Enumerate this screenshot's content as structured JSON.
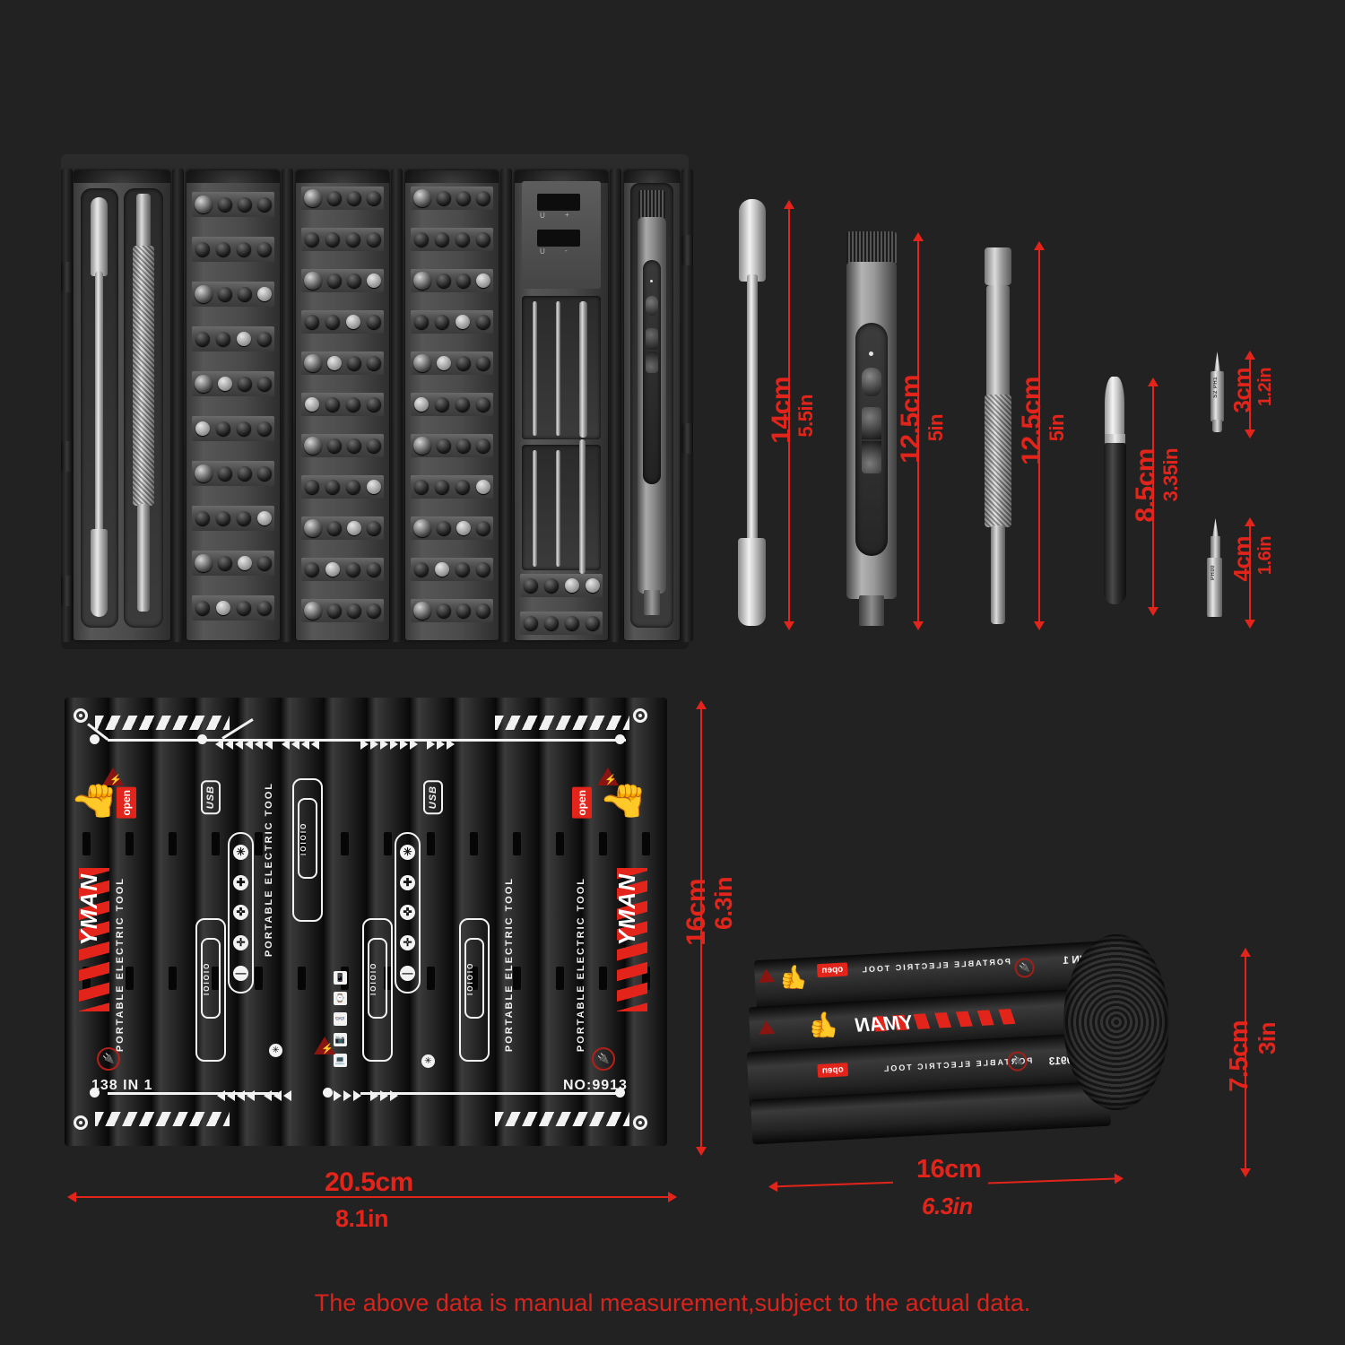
{
  "theme": {
    "background": "#222222",
    "accent_red": "#e3241b",
    "metal_light": "#e9e9e9",
    "metal_dark": "#4a4a4a"
  },
  "caption": {
    "text": "The above data is manual measurement,subject to the actual data."
  },
  "open_case": {
    "panel_count": 6,
    "panels": [
      {
        "name": "tool-slot-panel",
        "contents": [
          "spudger",
          "knurled-rod"
        ]
      },
      {
        "name": "bit-tray-panel-1",
        "rows": 10
      },
      {
        "name": "bit-tray-panel-2",
        "rows": 11
      },
      {
        "name": "bit-tray-panel-3",
        "rows": 11
      },
      {
        "name": "accessory-panel",
        "contents": [
          "usb-plate",
          "probes",
          "extension-bits"
        ]
      },
      {
        "name": "driver-panel",
        "contents": [
          "electric-driver"
        ]
      }
    ],
    "usb_plate_labels": [
      "U",
      "+",
      "U",
      "-"
    ]
  },
  "tools": [
    {
      "id": "spudger",
      "name": "double-ended-spudger",
      "cm": "14cm",
      "inch": "5.5in"
    },
    {
      "id": "electric-driver",
      "name": "electric-screwdriver-handle",
      "cm": "12.5cm",
      "inch": "5in"
    },
    {
      "id": "extension-rod",
      "name": "knurled-extension-rod",
      "cm": "12.5cm",
      "inch": "5in"
    },
    {
      "id": "tweezer",
      "name": "precision-tweezer",
      "cm": "8.5cm",
      "inch": "3.35in"
    },
    {
      "id": "bit-long",
      "name": "s2-ph1-bit",
      "cm": "3cm",
      "inch": "1.2in",
      "engraving": "S2 PH1"
    },
    {
      "id": "bit-short",
      "name": "ph00-bit",
      "cm": "4cm",
      "inch": "1.6in",
      "engraving": "PH00"
    }
  ],
  "rolled_flat": {
    "brand": "YMAN",
    "tagline": "PORTABLE ELECTRIC TOOL",
    "count_badge": "138 IN 1",
    "model": "NO:9913",
    "open_tag": "open",
    "usb_badge": "USB",
    "pen_label": "IOIOIO",
    "bit_glyphs": [
      "✳",
      "✚",
      "✜",
      "✛",
      "—"
    ],
    "device_icons": [
      "phone-icon",
      "watch-icon",
      "glasses-icon",
      "camera-icon",
      "laptop-icon"
    ],
    "dimensions": {
      "width_cm": "20.5cm",
      "width_in": "8.1in",
      "height_cm": "16cm",
      "height_in": "6.3in"
    }
  },
  "rolled_up": {
    "brand": "YMAN",
    "tagline": "PORTABLE ELECTRIC TOOL",
    "model": "NO:9913",
    "open_tag": "open",
    "dimensions": {
      "length_cm": "16cm",
      "length_in": "6.3in",
      "diameter_cm": "7.5cm",
      "diameter_in": "3in"
    }
  }
}
